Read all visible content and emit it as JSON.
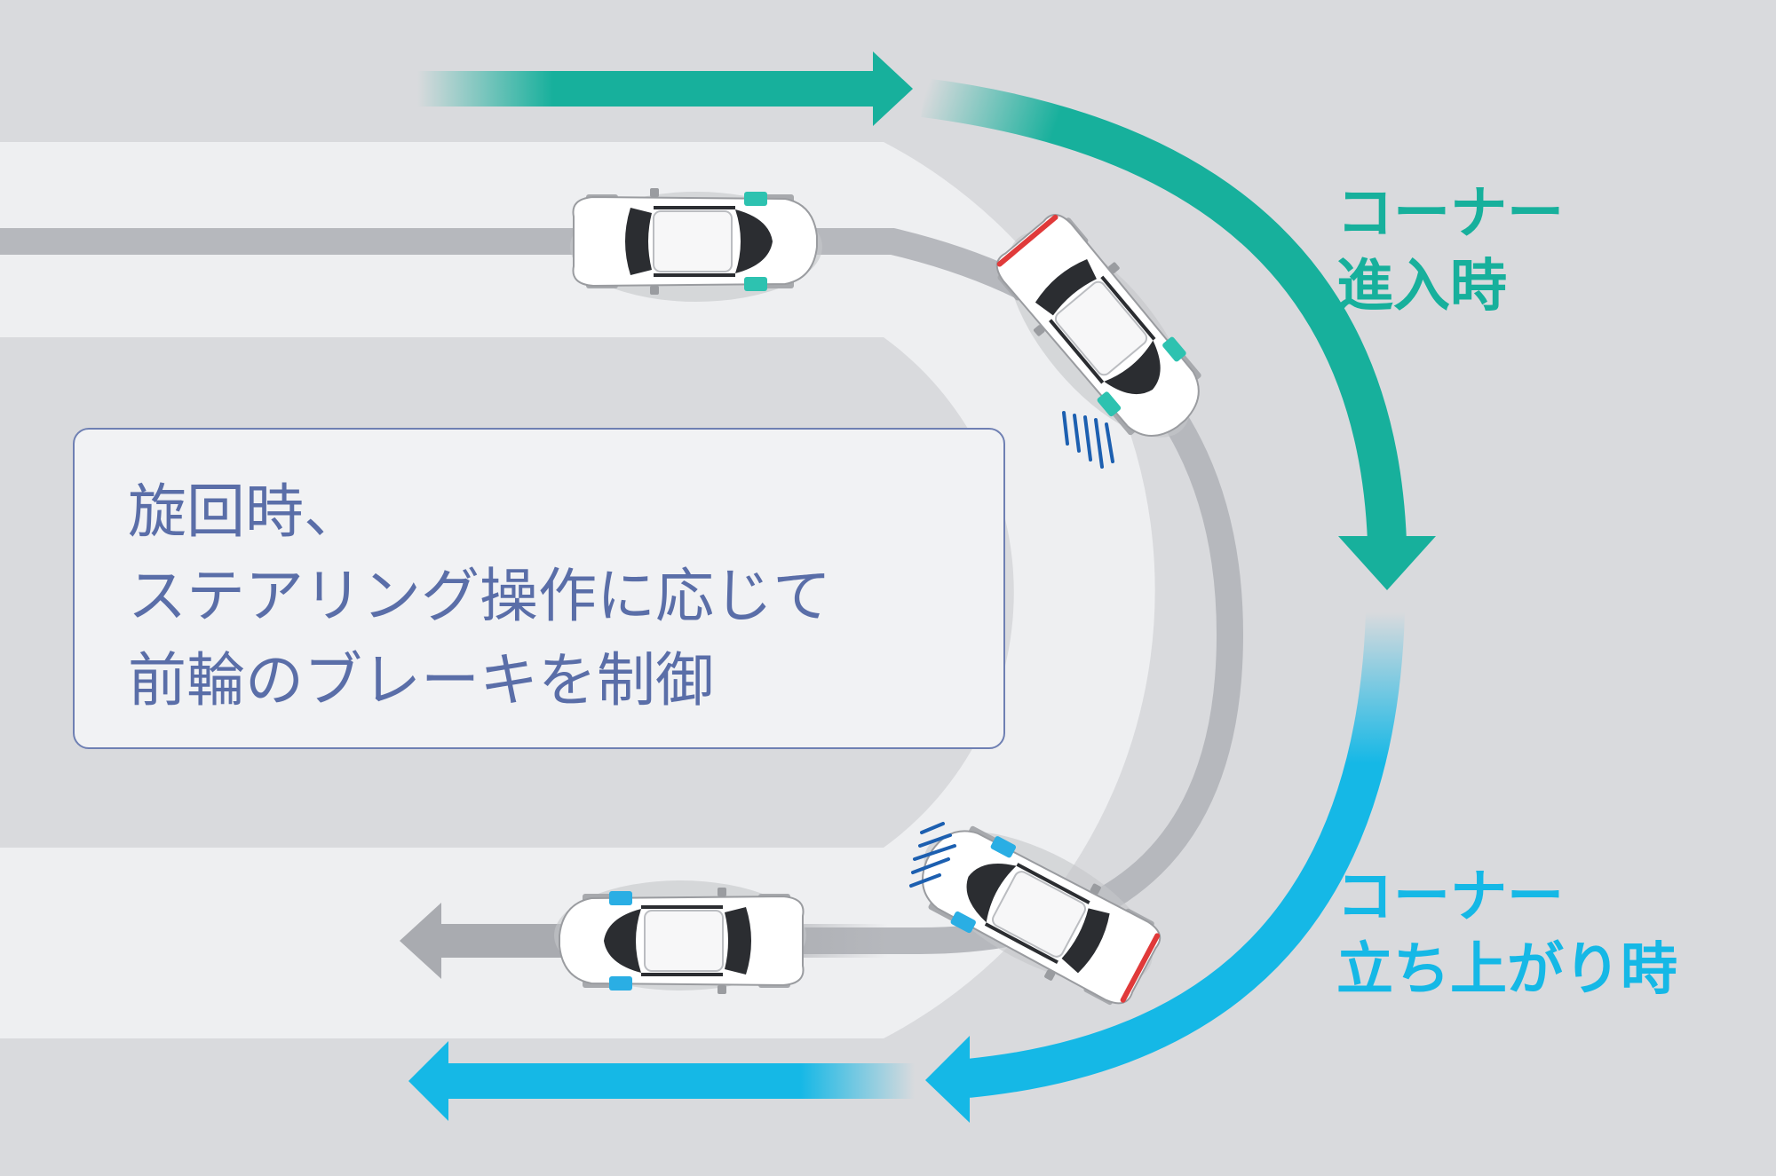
{
  "callout": {
    "lines": [
      "旋回時、",
      "ステアリング操作に応じて",
      "前輪のブレーキを制御"
    ]
  },
  "phases": {
    "entry": {
      "line1": "コーナー",
      "line2": "進入時"
    },
    "exit": {
      "line1": "コーナー",
      "line2": "立ち上がり時"
    }
  },
  "colors": {
    "background": "#d9dadd",
    "road": "#eeeff1",
    "track": "#b6b8bd",
    "entry_arrow": "#17b09c",
    "exit_arrow": "#15b8e6",
    "exit_path_arrow": "#a9abb0",
    "brake_highlight_entry": "#2dc2b0",
    "brake_highlight_exit": "#2aaee4",
    "callout_text": "#5a6ea8",
    "callout_border": "#6f80b3",
    "brake_lines": "#1c5fb0"
  }
}
